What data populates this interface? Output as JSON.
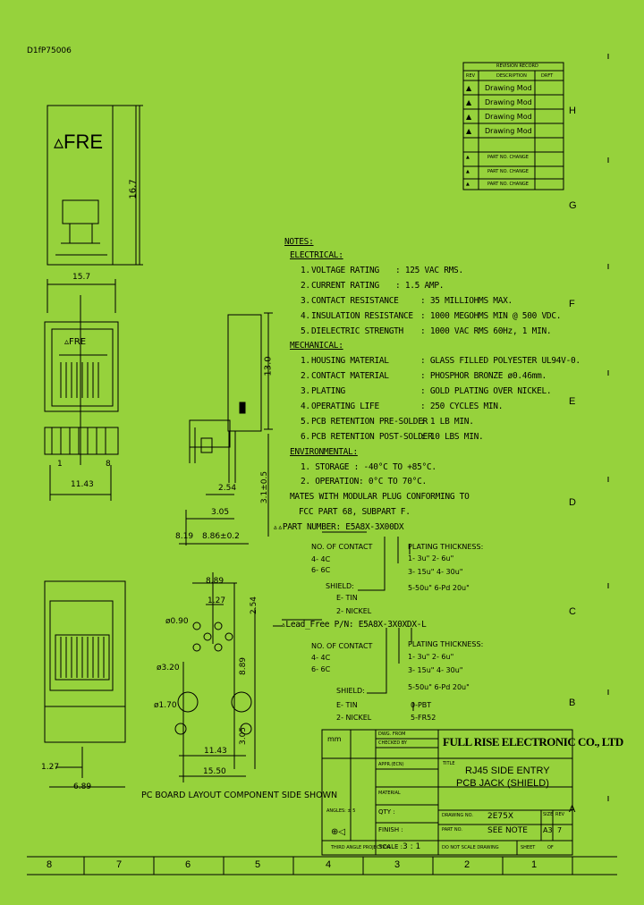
{
  "doc_id": "D1fP75006",
  "revision": {
    "title": "REVISION RECORD",
    "headers": [
      "REV",
      "DESCRIPTION",
      "DRFT"
    ],
    "rows": [
      {
        "rev": "▲",
        "desc": "Drawing Mod"
      },
      {
        "rev": "▲",
        "desc": "Drawing Mod"
      },
      {
        "rev": "▲",
        "desc": "Drawing Mod"
      },
      {
        "rev": "▲",
        "desc": "Drawing Mod"
      },
      {
        "rev": "▲",
        "desc": "PART NO. CHANGE"
      },
      {
        "rev": "▲",
        "desc": "PART NO. CHANGE"
      },
      {
        "rev": "▲",
        "desc": "PART NO. CHANGE"
      }
    ]
  },
  "zones_right": [
    "H",
    "G",
    "F",
    "E",
    "D",
    "C",
    "B",
    "A"
  ],
  "zones_bottom": [
    "8",
    "7",
    "6",
    "5",
    "4",
    "3",
    "2",
    "1"
  ],
  "dims": {
    "height_top": "16.7",
    "width_top": "15.7",
    "fre": "FRE",
    "side_height": "13.0",
    "side_pin": "3.1±0.5",
    "dim_254": "2.54",
    "dim_305": "3.05",
    "dim_819": "8.19",
    "dim_886": "8.86±0.2",
    "dim_1143a": "11.43",
    "dim_13": "1",
    "dim_8": "8",
    "fp_889": "8.89",
    "fp_127": "1.27",
    "fp_254": "2.54",
    "fp_090": "ø0.90",
    "fp_320": "ø3.20",
    "fp_170": "ø1.70",
    "fp_889v": "8.89",
    "fp_305v": "3.05",
    "fp_1143": "11.43",
    "fp_1550": "15.50",
    "b_127": "1.27",
    "b_889": "6.89",
    "pcb_caption": "PC BOARD LAYOUT COMPONENT SIDE SHOWN"
  },
  "notes": {
    "title": "NOTES:",
    "electrical_title": "ELECTRICAL:",
    "electrical": [
      {
        "n": "1.",
        "label": "VOLTAGE RATING",
        "value": ": 125 VAC RMS."
      },
      {
        "n": "2.",
        "label": "CURRENT RATING",
        "value": ": 1.5 AMP."
      },
      {
        "n": "3.",
        "label": "CONTACT RESISTANCE",
        "value": ": 35 MILLIOHMS MAX."
      },
      {
        "n": "4.",
        "label": "INSULATION RESISTANCE",
        "value": ": 1000 MEGOHMS MIN @ 500 VDC."
      },
      {
        "n": "5.",
        "label": "DIELECTRIC STRENGTH",
        "value": ": 1000 VAC RMS 60Hz, 1 MIN."
      }
    ],
    "mechanical_title": "MECHANICAL:",
    "mechanical": [
      {
        "n": "1.",
        "label": "HOUSING MATERIAL",
        "value": ": GLASS FILLED POLYESTER UL94V-0."
      },
      {
        "n": "2.",
        "label": "CONTACT MATERIAL",
        "value": ": PHOSPHOR BRONZE ø0.46mm."
      },
      {
        "n": "3.",
        "label": "PLATING",
        "value": ": GOLD PLATING OVER NICKEL."
      },
      {
        "n": "4.",
        "label": "OPERATING LIFE",
        "value": ": 250 CYCLES MIN."
      },
      {
        "n": "5.",
        "label": "PCB RETENTION PRE-SOLDER",
        "value": ": 1 LB MIN."
      },
      {
        "n": "6.",
        "label": "PCB RETENTION POST-SOLDER",
        "value": ": 10 LBS MIN."
      }
    ],
    "environmental_title": "ENVIRONMENTAL:",
    "environmental": [
      "1. STORAGE : -40°C TO +85°C.",
      "2. OPERATION: 0°C TO 70°C."
    ],
    "mates1": "MATES WITH MODULAR PLUG CONFORMING TO",
    "mates2": "FCC PART 68, SUBPART F.",
    "part_number": "PART NUMBER: E5A8X-3X00DX",
    "lead_free": "Lead_Free P/N: E5A8X-3X0XDX-L"
  },
  "pn_block1": {
    "contacts_title": "NO. OF CONTACT",
    "contacts": [
      "4- 4C",
      "6- 6C"
    ],
    "shield_title": "SHIELD:",
    "shield": [
      "E- TIN",
      "2- NICKEL"
    ],
    "plating_title": "PLATING THICKNESS:",
    "plating": [
      "1- 3u\"  2- 6u\"",
      "3- 15u\"  4- 30u\"",
      "5-50u\"  6-Pd 20u\""
    ]
  },
  "pn_block2": {
    "contacts_title": "NO. OF CONTACT",
    "contacts": [
      "4- 4C",
      "6- 6C"
    ],
    "shield_title": "SHIELD:",
    "shield": [
      "E- TIN",
      "2- NICKEL"
    ],
    "extra": [
      "0-PBT",
      "5-FR52"
    ],
    "plating_title": "PLATING THICKNESS:",
    "plating": [
      "1- 3u\"  2- 6u\"",
      "3- 15u\"  4- 30u\"",
      "5-50u\"  6-Pd 20u\""
    ]
  },
  "title_block": {
    "company": "FULL RISE ELECTRONIC CO., LTD",
    "title_label": "TITLE",
    "title1": "RJ45 SIDE ENTRY",
    "title2": "PCB JACK (SHIELD)",
    "drawing_no_label": "DRAWING NO.",
    "drawing_no": "2E75X",
    "part_no_label": "PART NO.",
    "part_no": "SEE NOTE",
    "size_label": "SIZE",
    "size": "A3",
    "rev_label": "REV",
    "rev": "7",
    "material_label": "MATERIAL",
    "qty_label": "QTY :",
    "finish_label": "FINISH :",
    "scale_label": "SCALE :",
    "scale": "3 : 1",
    "angles": "ANGLES: ± 5",
    "third_angle": "THIRD ANGLE PROJECTION",
    "no_scale": "DO NOT SCALE DRAWING",
    "sheet_label": "SHEET",
    "of_label": "OF",
    "unit": "mm",
    "dwg_by": "DWG. FROM",
    "checked": "CHECKED BY",
    "approved": "APPR.(ECN)"
  }
}
